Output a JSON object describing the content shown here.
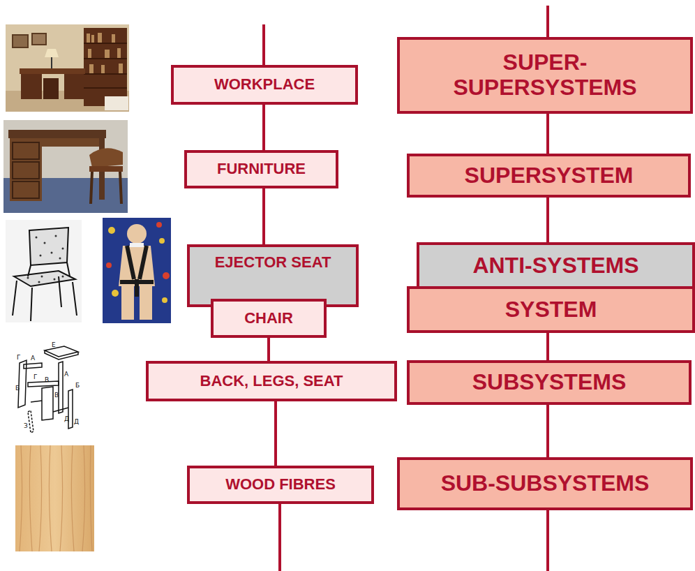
{
  "diagram": {
    "nodes": [
      {
        "text": [
          "WORKPLACE"
        ]
      },
      {
        "text": [
          "SUPER- SUPERSYSTEMS"
        ]
      },
      {
        "text": [
          "FURNITURE"
        ]
      },
      {
        "text": [
          "SUPERSYSTEM"
        ]
      },
      {
        "text": [
          "EJECTOR SEAT"
        ]
      },
      {
        "text": [
          "ANTI-SYSTEMS"
        ]
      },
      {
        "text": [
          "CHAIR"
        ]
      },
      {
        "text": [
          "SYSTEM"
        ]
      },
      {
        "text": [
          "BACK, LEGS, SEAT"
        ]
      },
      {
        "text": [
          "SUBSYSTEMS"
        ]
      },
      {
        "text": [
          "WOOD FIBRES"
        ]
      },
      {
        "text": [
          "SUB-SUBSYSTEMS"
        ]
      }
    ],
    "edges": [
      {
        "from": 0,
        "to": 2,
        "arrow": "none"
      },
      {
        "from": 2,
        "to": 4,
        "arrow": "none"
      },
      {
        "from": 6,
        "to": 8,
        "arrow": "none"
      },
      {
        "from": 8,
        "to": 10,
        "arrow": "none"
      },
      {
        "from": 1,
        "to": 3,
        "arrow": "none"
      },
      {
        "from": 3,
        "to": 5,
        "arrow": "none"
      },
      {
        "from": 7,
        "to": 9,
        "arrow": "none"
      },
      {
        "from": 9,
        "to": 11,
        "arrow": "none"
      }
    ],
    "labels": [
      "Е",
      "Г",
      "А",
      "Г",
      "А",
      "Б",
      "Б",
      "В",
      "В",
      "Д",
      "З",
      "Д"
    ]
  }
}
